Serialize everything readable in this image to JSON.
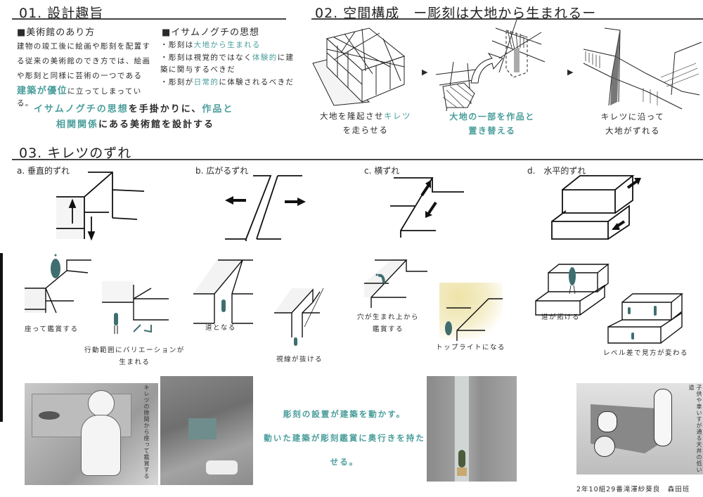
{
  "section1": {
    "heading": "01. 設計趣旨",
    "museum": {
      "title": "■美術館のあり方",
      "lines": [
        "建物の竣工後に絵画や彫刻を配置す",
        "る従来の美術館のでき方では、絵画",
        "や彫刻と同様に芸術の一つである"
      ],
      "highlight": "建築が優位",
      "line4_rest": "に立ってしまってい",
      "line5": "る。"
    },
    "noguchi": {
      "title": "■イサムノグチの思想",
      "b1_pre": "・彫刻は",
      "b1_hl": "大地から生まれる",
      "b2_pre": "・彫刻は視覚的ではなく",
      "b2_hl": "体験的",
      "b2_post": "に建",
      "b2_line2": "築に関与するべきだ",
      "b3_pre": "・彫刻が",
      "b3_hl": "日常的",
      "b3_post": "に体験されるべきだ"
    },
    "concept": {
      "l1_hl": "イサムノグチの思想",
      "l1_mid": "を手掛かりに、",
      "l1_hl2": "作品と",
      "l2_hl": "相関関係",
      "l2_rest": "にある美術館を設計する"
    }
  },
  "section2": {
    "heading": "02. 空間構成　ー彫刻は大地から生まれるー",
    "step1": {
      "pre": "大地を隆起させ",
      "hl": "キレツ",
      "line2": "を走らせる"
    },
    "step2": {
      "line1": "大地の一部を作品と",
      "line2": "置き替える"
    },
    "step3": {
      "line1": "キレツに沿って",
      "line2": "大地がずれる"
    },
    "arrow": "▶"
  },
  "section3": {
    "heading": "03. キレツのずれ",
    "types": [
      {
        "label": "a. 垂直的ずれ"
      },
      {
        "label": "b. 広がるずれ"
      },
      {
        "label": "c. 横ずれ"
      },
      {
        "label": "d.　水平的ずれ"
      }
    ],
    "captions": {
      "sit": "座って鑑賞する",
      "variation1": "行動範囲にバリエーションが",
      "variation2": "生まれる",
      "path": "道となる",
      "view": "視線が抜ける",
      "hole1": "穴が生まれ上から",
      "hole2": "鑑賞する",
      "toplight": "トップライトになる",
      "road": "道が拓ける",
      "level": "レベル差で見方が変わる"
    }
  },
  "bottom": {
    "vertical_left": "キレツの隙間から座って鑑賞する",
    "vertical_right": "子供や車いすが通る天井の低い道",
    "slogan1": "彫刻の設置が建築を動かす。",
    "slogan2": "動いた建築が彫刻鑑賞に奥行きを持たせる。",
    "credit": "2年10組29番滝澤紗葵良　森田班"
  },
  "colors": {
    "accent": "#4a9e9c",
    "figure": "#3f6e70",
    "ink": "#222222"
  }
}
